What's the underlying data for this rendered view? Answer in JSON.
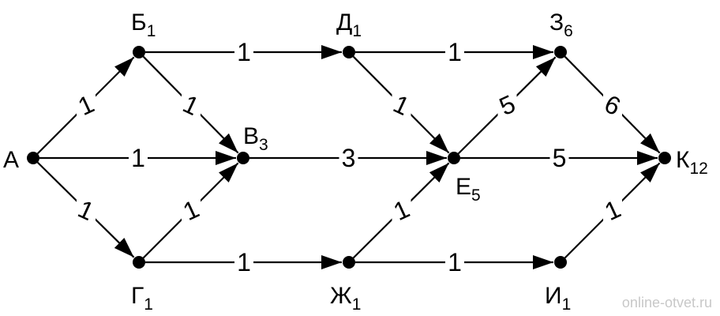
{
  "nodes": [
    {
      "id": "A",
      "letter": "А",
      "index": ""
    },
    {
      "id": "B",
      "letter": "Б",
      "index": "1"
    },
    {
      "id": "V",
      "letter": "В",
      "index": "3"
    },
    {
      "id": "G",
      "letter": "Г",
      "index": "1"
    },
    {
      "id": "D",
      "letter": "Д",
      "index": "1"
    },
    {
      "id": "E",
      "letter": "Е",
      "index": "5"
    },
    {
      "id": "Zh",
      "letter": "Ж",
      "index": "1"
    },
    {
      "id": "Z",
      "letter": "З",
      "index": "6"
    },
    {
      "id": "I",
      "letter": "И",
      "index": "1"
    },
    {
      "id": "K",
      "letter": "К",
      "index": "12"
    }
  ],
  "edges": [
    {
      "from": "A",
      "to": "B",
      "weight": "1"
    },
    {
      "from": "A",
      "to": "V",
      "weight": "1"
    },
    {
      "from": "A",
      "to": "G",
      "weight": "1"
    },
    {
      "from": "B",
      "to": "V",
      "weight": "1"
    },
    {
      "from": "G",
      "to": "V",
      "weight": "1"
    },
    {
      "from": "B",
      "to": "D",
      "weight": "1"
    },
    {
      "from": "V",
      "to": "E",
      "weight": "3"
    },
    {
      "from": "G",
      "to": "Zh",
      "weight": "1"
    },
    {
      "from": "D",
      "to": "Z",
      "weight": "1"
    },
    {
      "from": "D",
      "to": "E",
      "weight": "1"
    },
    {
      "from": "Zh",
      "to": "E",
      "weight": "1"
    },
    {
      "from": "Zh",
      "to": "I",
      "weight": "1"
    },
    {
      "from": "E",
      "to": "Z",
      "weight": "5"
    },
    {
      "from": "E",
      "to": "K",
      "weight": "5"
    },
    {
      "from": "Z",
      "to": "K",
      "weight": "6"
    },
    {
      "from": "I",
      "to": "K",
      "weight": "1"
    }
  ],
  "watermark": "online-otvet.ru"
}
